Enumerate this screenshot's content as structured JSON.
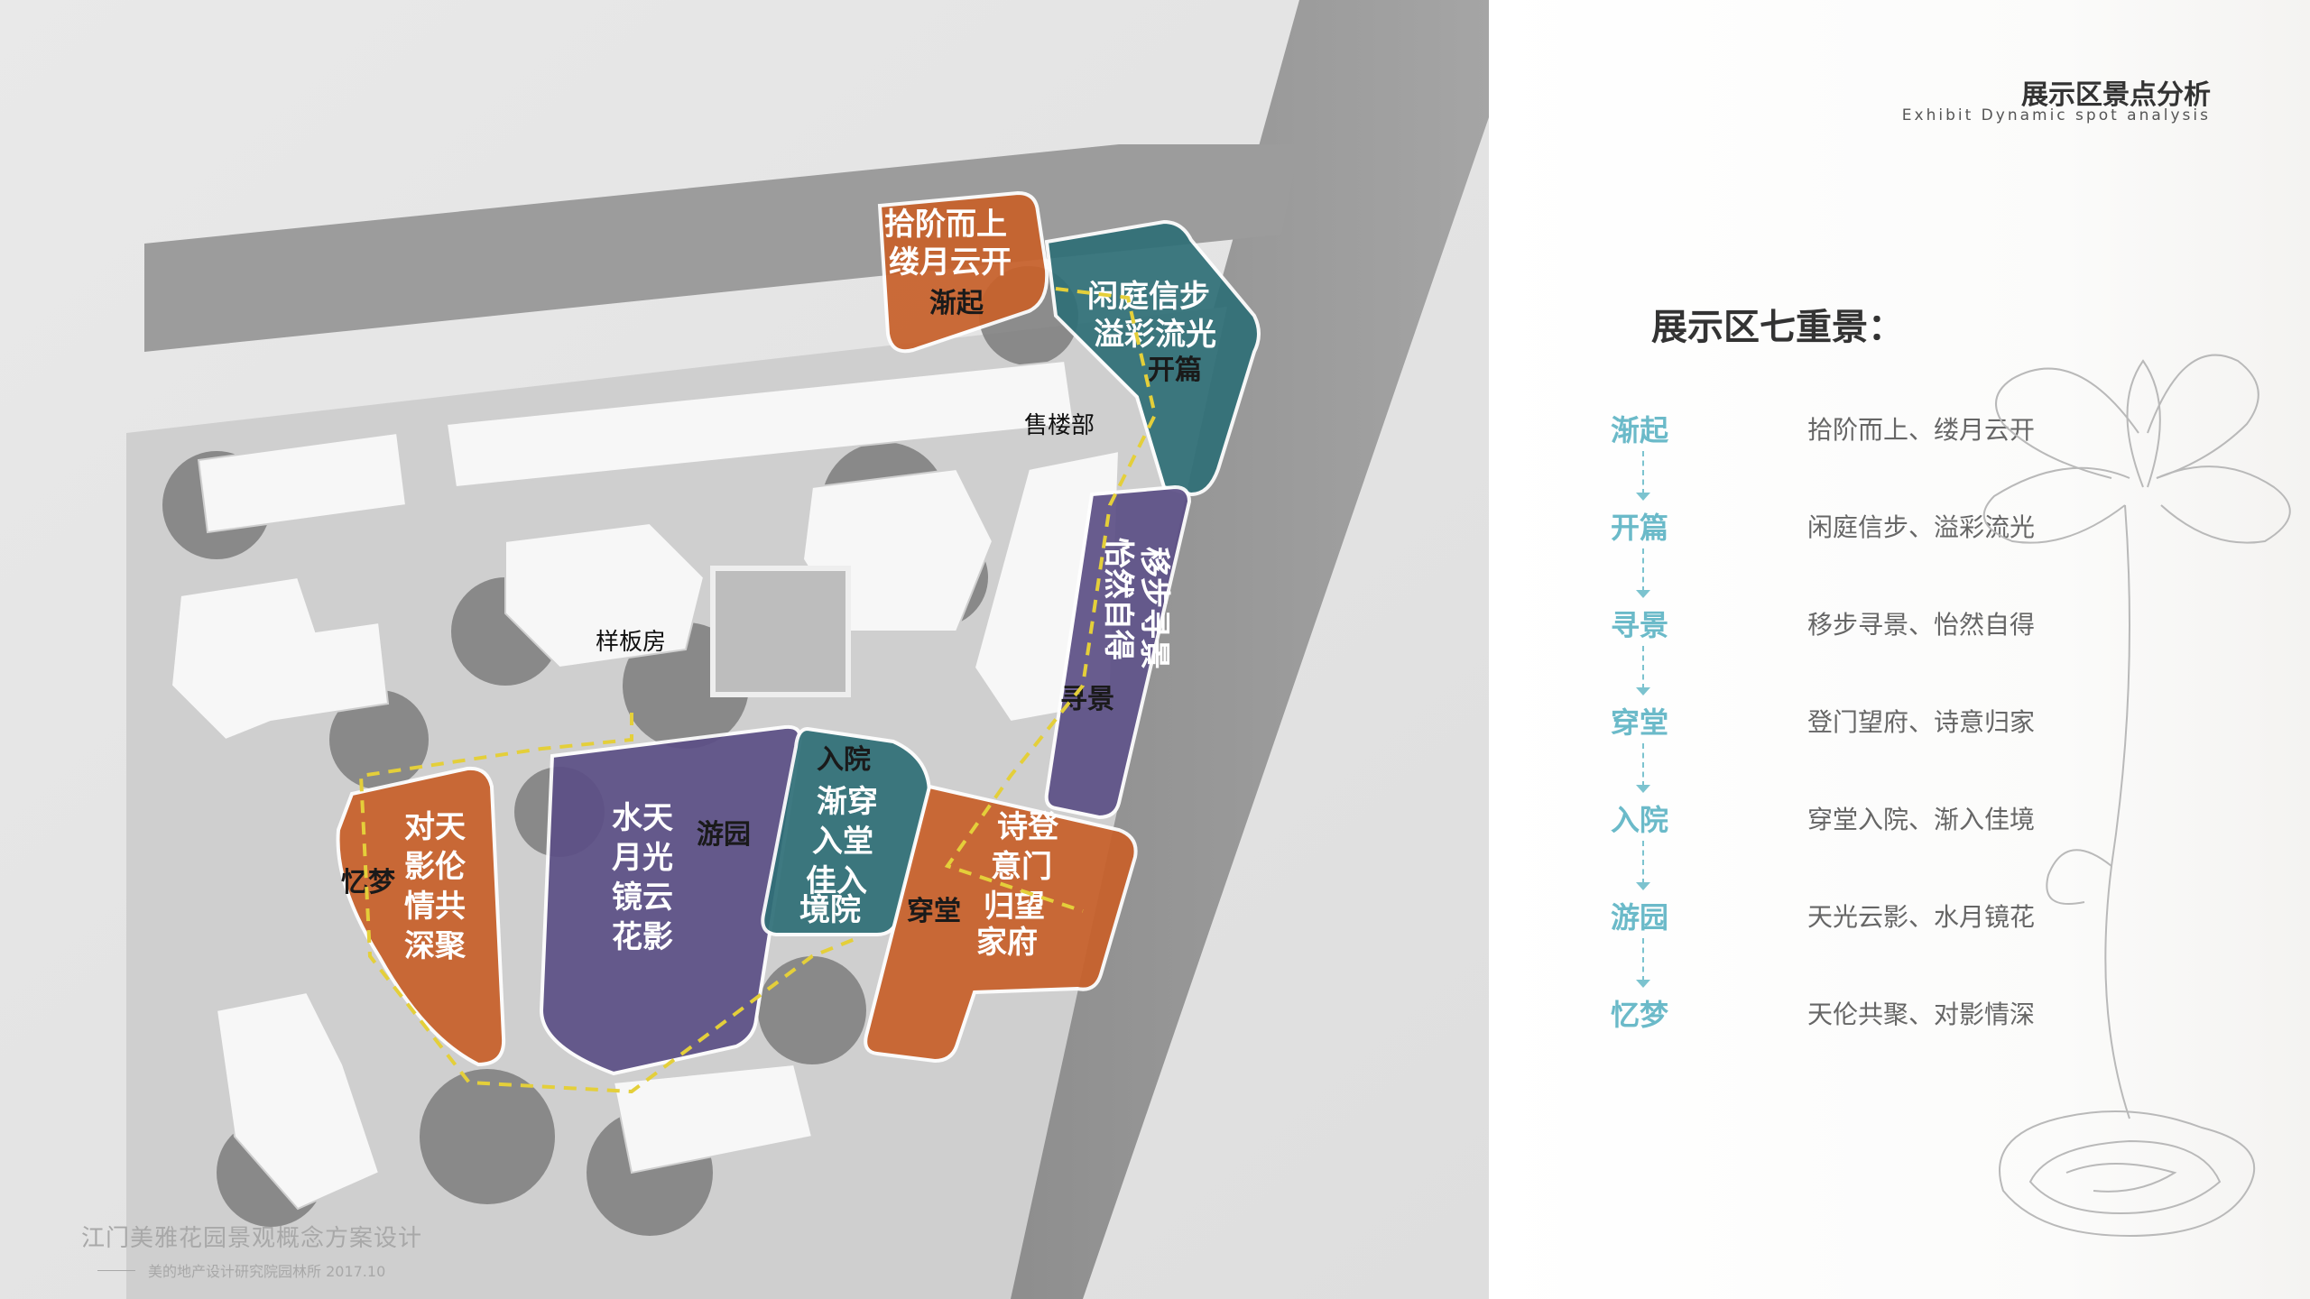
{
  "header": {
    "title_cn": "展示区景点分析",
    "title_en": "Exhibit Dynamic  spot analysis"
  },
  "list": {
    "title": "展示区七重景：",
    "items": [
      {
        "key": "渐起",
        "value": "拾阶而上、缕月云开"
      },
      {
        "key": "开篇",
        "value": "闲庭信步、溢彩流光"
      },
      {
        "key": "寻景",
        "value": "移步寻景、怡然自得"
      },
      {
        "key": "穿堂",
        "value": "登门望府、诗意归家"
      },
      {
        "key": "入院",
        "value": "穿堂入院、渐入佳境"
      },
      {
        "key": "游园",
        "value": "天光云影、水月镜花"
      },
      {
        "key": "忆梦",
        "value": "天伦共聚、对影情深"
      }
    ]
  },
  "map": {
    "zones": {
      "jianqi": {
        "text": [
          "拾阶而上",
          "缕月云开"
        ],
        "name": "渐起"
      },
      "kaipian": {
        "text": [
          "闲庭信步",
          "溢彩流光"
        ],
        "name": "开篇"
      },
      "xunjing": {
        "text": [
          "移步寻景",
          "怡然自得"
        ],
        "name": "寻景"
      },
      "ruyuan": {
        "text": [
          "渐穿",
          "入堂",
          "佳入",
          "境院"
        ],
        "name": "入院"
      },
      "chuantang": {
        "text": [
          "诗登",
          "意门",
          "归望",
          "家府"
        ],
        "name": "穿堂"
      },
      "youyuan": {
        "text": [
          "水天",
          "月光",
          "镜云",
          "花影"
        ],
        "name": "游园"
      },
      "yimeng": {
        "text": [
          "对天",
          "影伦",
          "情共",
          "深聚"
        ],
        "name": "忆梦"
      }
    },
    "labels": {
      "sales": "售楼部",
      "model": "样板房"
    }
  },
  "footer": {
    "title": "江门美雅花园景观概念方案设计",
    "subtitle": "美的地产设计研究院园林所 2017.10"
  },
  "colors": {
    "orange": "#c8612b",
    "teal": "#2f6f77",
    "purple": "#5c4f86",
    "accent": "#6bbac9"
  }
}
